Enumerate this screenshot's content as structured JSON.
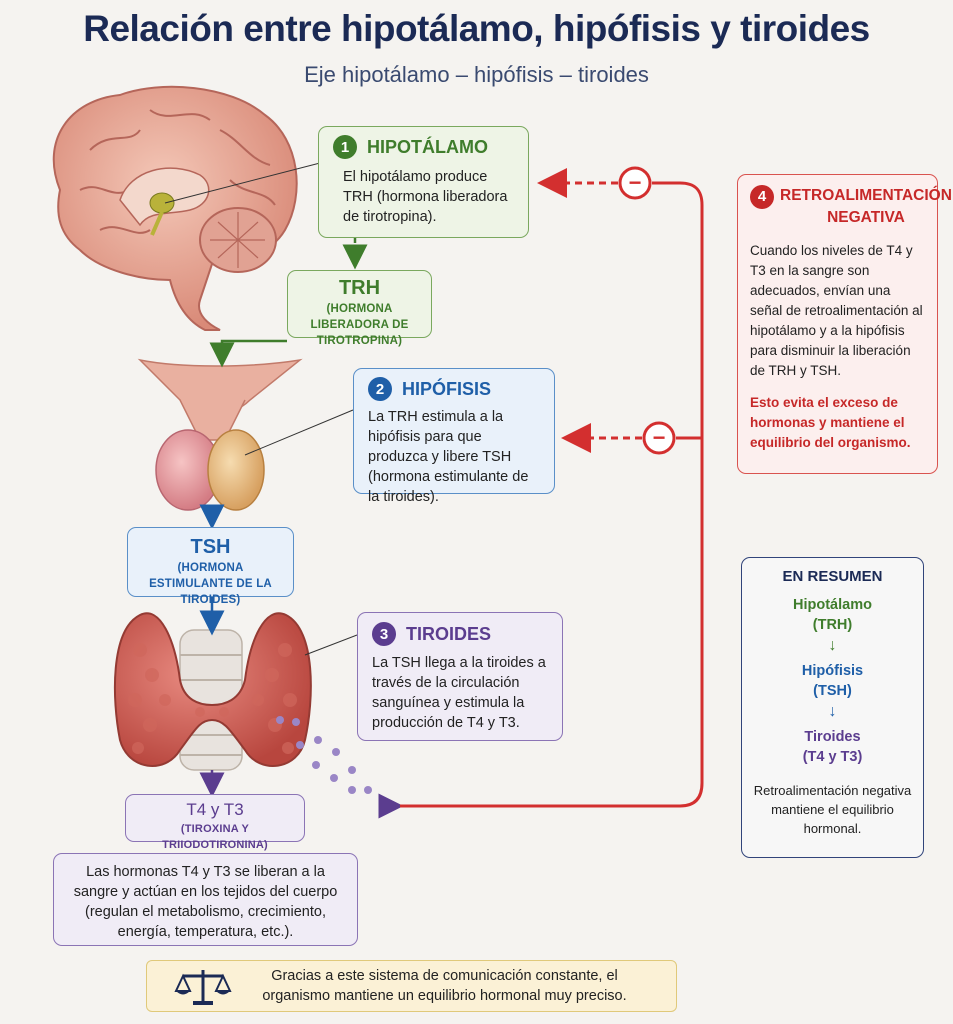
{
  "header": {
    "title": "Relación entre hipotálamo, hipófisis y tiroides",
    "subtitle": "Eje hipotálamo – hipófisis – tiroides"
  },
  "steps": [
    {
      "number": "1",
      "title": "HIPOTÁLAMO",
      "text": "El hipotálamo produce TRH (hormona liberadora de tirotropina).",
      "color": "#3f7d2c"
    },
    {
      "number": "2",
      "title": "HIPÓFISIS",
      "text": "La TRH estimula a la hipófisis para que produzca y libere TSH (hormona estimulante de la tiroides).",
      "color": "#1f5fa8"
    },
    {
      "number": "3",
      "title": "TIROIDES",
      "text": "La TSH llega a la tiroides a través de la circulación sanguínea y estimula la producción de T4 y T3.",
      "color": "#5b3d8f"
    },
    {
      "number": "4",
      "title": "RETROALIMENTACIÓN NEGATIVA",
      "text": "Cuando los niveles de T4 y T3 en la sangre son adecuados, envían una señal de retroalimentación al hipotálamo y a la hipófisis para disminuir la liberación de TRH y TSH.",
      "highlight": "Esto evita el exceso de hormonas y mantiene el equilibrio del organismo.",
      "color": "#c62828"
    }
  ],
  "hormones": {
    "trh": {
      "name": "TRH",
      "full": "(HORMONA LIBERADORA DE TIROTROPINA)",
      "color": "#3f7d2c"
    },
    "tsh": {
      "name": "TSH",
      "full": "(HORMONA ESTIMULANTE DE LA TIROIDES)",
      "color": "#1f5fa8"
    },
    "t4t3": {
      "name": "T4 y T3",
      "full": "(TIROXINA Y TRIIODOTIRONINA)",
      "color": "#5b3d8f"
    }
  },
  "effects_text": "Las hormonas T4 y T3 se liberan a la sangre y actúan en los tejidos del cuerpo (regulan el metabolismo, crecimiento, energía, temperatura, etc.).",
  "summary": {
    "title": "EN RESUMEN",
    "items": [
      {
        "name": "Hipotálamo",
        "hormone": "(TRH)",
        "color": "#3f7d2c"
      },
      {
        "name": "Hipófisis",
        "hormone": "(TSH)",
        "color": "#1f5fa8"
      },
      {
        "name": "Tiroides",
        "hormone": "(T4 y T3)",
        "color": "#5b3d8f"
      }
    ],
    "note": "Retroalimentación negativa mantiene el equilibrio hormonal."
  },
  "footer": {
    "text": "Gracias a este sistema de comunicación constante, el organismo mantiene un equilibrio hormonal muy preciso.",
    "icon": "balance-scale-icon"
  },
  "feedback_symbol": "−",
  "colors": {
    "title": "#1b2a55",
    "feedback": "#d32f2f",
    "green": "#3f7d2c",
    "blue": "#1f5fa8",
    "purple": "#5b3d8f"
  }
}
